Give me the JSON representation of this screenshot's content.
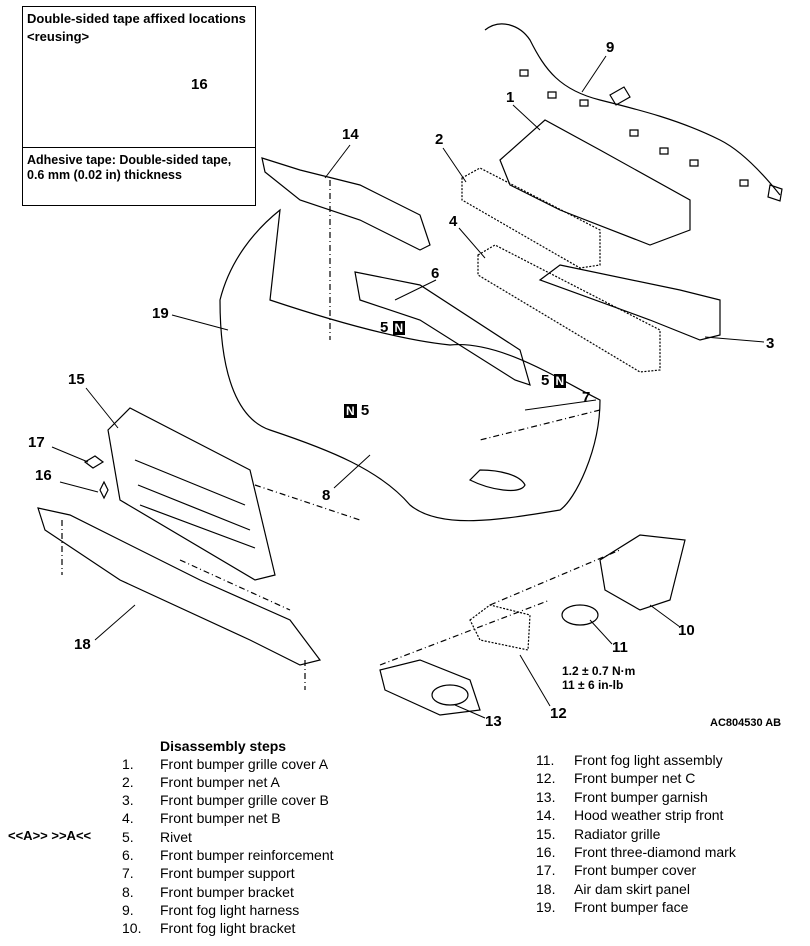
{
  "tape_box": {
    "title": "Double-sided tape affixed locations",
    "subtitle": "<reusing>",
    "description": "Adhesive tape: Double-sided tape, 0.6 mm (0.02 in) thickness",
    "callout": "16"
  },
  "callouts": {
    "c1": "1",
    "c2": "2",
    "c3": "3",
    "c4": "4",
    "c5a": "5",
    "c5b": "5",
    "c5c": "5",
    "c6": "6",
    "c7": "7",
    "c8": "8",
    "c9": "9",
    "c10": "10",
    "c11": "11",
    "c12": "12",
    "c13": "13",
    "c14": "14",
    "c15": "15",
    "c16": "16",
    "c17": "17",
    "c18": "18",
    "c19": "19",
    "new_part_badge": "N"
  },
  "torque": {
    "metric": "1.2 ± 0.7 N·m",
    "imperial": "11 ± 6 in-lb"
  },
  "figure_code": "AC804530 AB",
  "steps": {
    "title": "Disassembly steps",
    "left": [
      {
        "num": "1.",
        "label": "Front bumper grille cover A"
      },
      {
        "num": "2.",
        "label": "Front bumper net A"
      },
      {
        "num": "3.",
        "label": "Front bumper grille cover B"
      },
      {
        "num": "4.",
        "label": "Front bumper net B"
      },
      {
        "num": "5.",
        "label": "Rivet",
        "note": "<<A>>    >>A<<"
      },
      {
        "num": "6.",
        "label": "Front bumper reinforcement"
      },
      {
        "num": "7.",
        "label": "Front bumper support"
      },
      {
        "num": "8.",
        "label": "Front bumper bracket"
      },
      {
        "num": "9.",
        "label": "Front fog light harness"
      },
      {
        "num": "10.",
        "label": "Front fog light bracket"
      }
    ],
    "right": [
      {
        "num": "11.",
        "label": "Front fog light assembly"
      },
      {
        "num": "12.",
        "label": "Front bumper net C"
      },
      {
        "num": "13.",
        "label": "Front bumper garnish"
      },
      {
        "num": "14.",
        "label": "Hood weather strip front"
      },
      {
        "num": "15.",
        "label": "Radiator grille"
      },
      {
        "num": "16.",
        "label": "Front three-diamond mark"
      },
      {
        "num": "17.",
        "label": "Front bumper cover"
      },
      {
        "num": "18.",
        "label": "Air dam skirt panel"
      },
      {
        "num": "19.",
        "label": "Front bumper face"
      }
    ]
  }
}
